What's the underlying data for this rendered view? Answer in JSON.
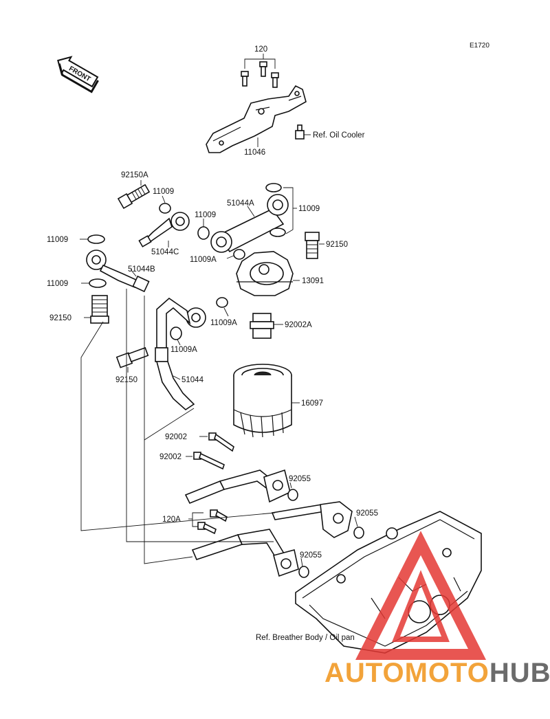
{
  "diagram_code": "E1720",
  "front_marker": "FRONT",
  "part_labels": {
    "p120": "120",
    "p11046": "11046",
    "ref_oil_cooler": "Ref. Oil Cooler",
    "p92150A": "92150A",
    "p11009_a": "11009",
    "p51044A": "51044A",
    "p11009_b": "11009",
    "p11009_c": "11009",
    "p11009_left": "11009",
    "p51044C": "51044C",
    "p92150_right": "92150",
    "p11009A_a": "11009A",
    "p51044B": "51044B",
    "p13091": "13091",
    "p11009_left2": "11009",
    "p92150_left": "92150",
    "p11009A_b": "11009A",
    "p92002A": "92002A",
    "p11009A_c": "11009A",
    "p92150_bottom": "92150",
    "p51044": "51044",
    "p16097": "16097",
    "p92002_a": "92002",
    "p92002_b": "92002",
    "p92055_a": "92055",
    "p120A": "120A",
    "p92055_b": "92055",
    "p92055_c": "92055",
    "ref_breather": "Ref. Breather Body / Oil pan"
  },
  "watermark": {
    "text_a": "AUTOMOTO",
    "text_b": "HUB",
    "color_a": "#f2a33a",
    "color_b": "#6b6b6b",
    "logo_color": "#e53935"
  }
}
